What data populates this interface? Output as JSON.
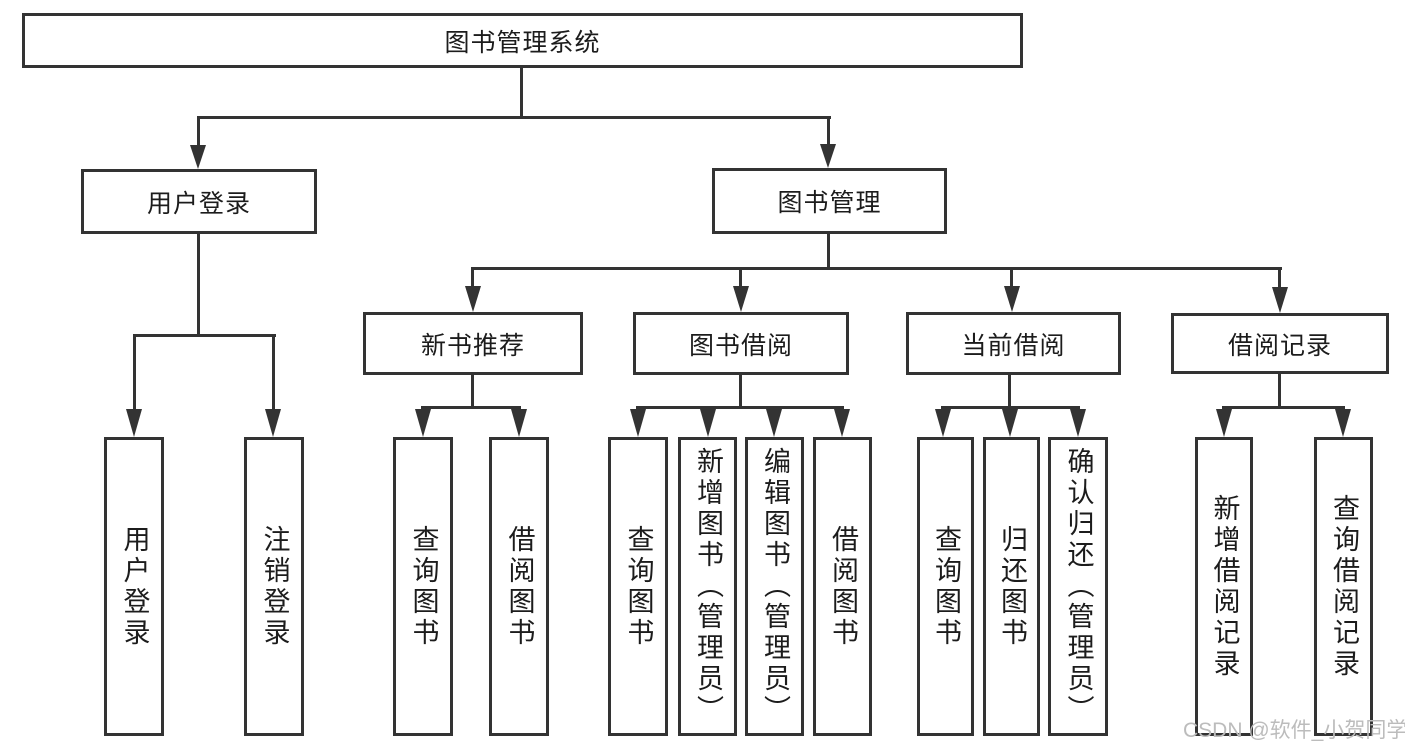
{
  "diagram_type": "tree-hierarchy-diagram",
  "nodes": {
    "root": "图书管理系统",
    "user_login": "用户登录",
    "book_mgmt": "图书管理",
    "new_books": "新书推荐",
    "book_borrow": "图书借阅",
    "current_borrow": "当前借阅",
    "borrow_records": "借阅记录",
    "user_login_children": [
      "用户登录",
      "注销登录"
    ],
    "new_books_children": [
      "查询图书",
      "借阅图书"
    ],
    "book_borrow_children": [
      "查询图书",
      "新增图书（管理员）",
      "编辑图书（管理员）",
      "借阅图书"
    ],
    "current_borrow_children": [
      "查询图书",
      "归还图书",
      "确认归还（管理员）"
    ],
    "borrow_records_children": [
      "新增借阅记录",
      "查询借阅记录"
    ]
  },
  "hierarchy": {
    "图书管理系统": {
      "用户登录": [
        "用户登录",
        "注销登录"
      ],
      "图书管理": {
        "新书推荐": [
          "查询图书",
          "借阅图书"
        ],
        "图书借阅": [
          "查询图书",
          "新增图书（管理员）",
          "编辑图书（管理员）",
          "借阅图书"
        ],
        "当前借阅": [
          "查询图书",
          "归还图书",
          "确认归还（管理员）"
        ],
        "借阅记录": [
          "新增借阅记录",
          "查询借阅记录"
        ]
      }
    }
  },
  "colors": {
    "line": "#333333",
    "text": "#1c1c1c",
    "background": "#ffffff",
    "watermark": "#bcbcbc"
  },
  "watermark": "CSDN @软件_小贺同学"
}
